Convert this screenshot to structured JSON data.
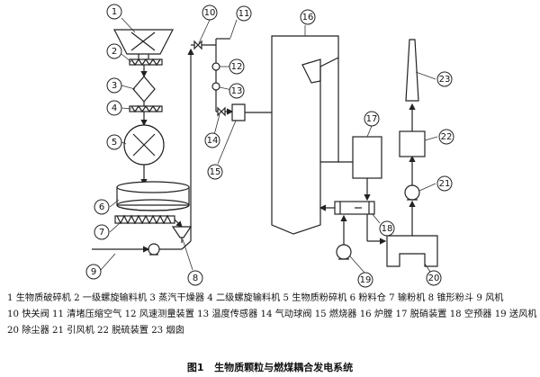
{
  "callouts": [
    "1",
    "2",
    "3",
    "4",
    "5",
    "6",
    "7",
    "8",
    "9",
    "10",
    "11",
    "12",
    "13",
    "14",
    "15",
    "16",
    "17",
    "18",
    "19",
    "20",
    "21",
    "22",
    "23"
  ],
  "legend": {
    "line1": "1 生物质破碎机 2 一级螺旋输料机 3 蒸汽干燥器 4 二级螺旋输料机 5 生物质粉碎机 6 粉料仓 7 输粉机 8 锥形粉斗 9 风机",
    "line2": "10 快关阀 11 清堵压缩空气 12 风速测量装置 13 温度传感器 14 气动球阀 15 燃烧器 16 炉膛 17 脱硝装置 18 空预器 19 送风机",
    "line3": "20 除尘器 21 引风机 22 脱硫装置 23 烟囱"
  },
  "caption": {
    "label": "图1",
    "title": "生物质颗粒与燃煤耦合发电系统"
  }
}
